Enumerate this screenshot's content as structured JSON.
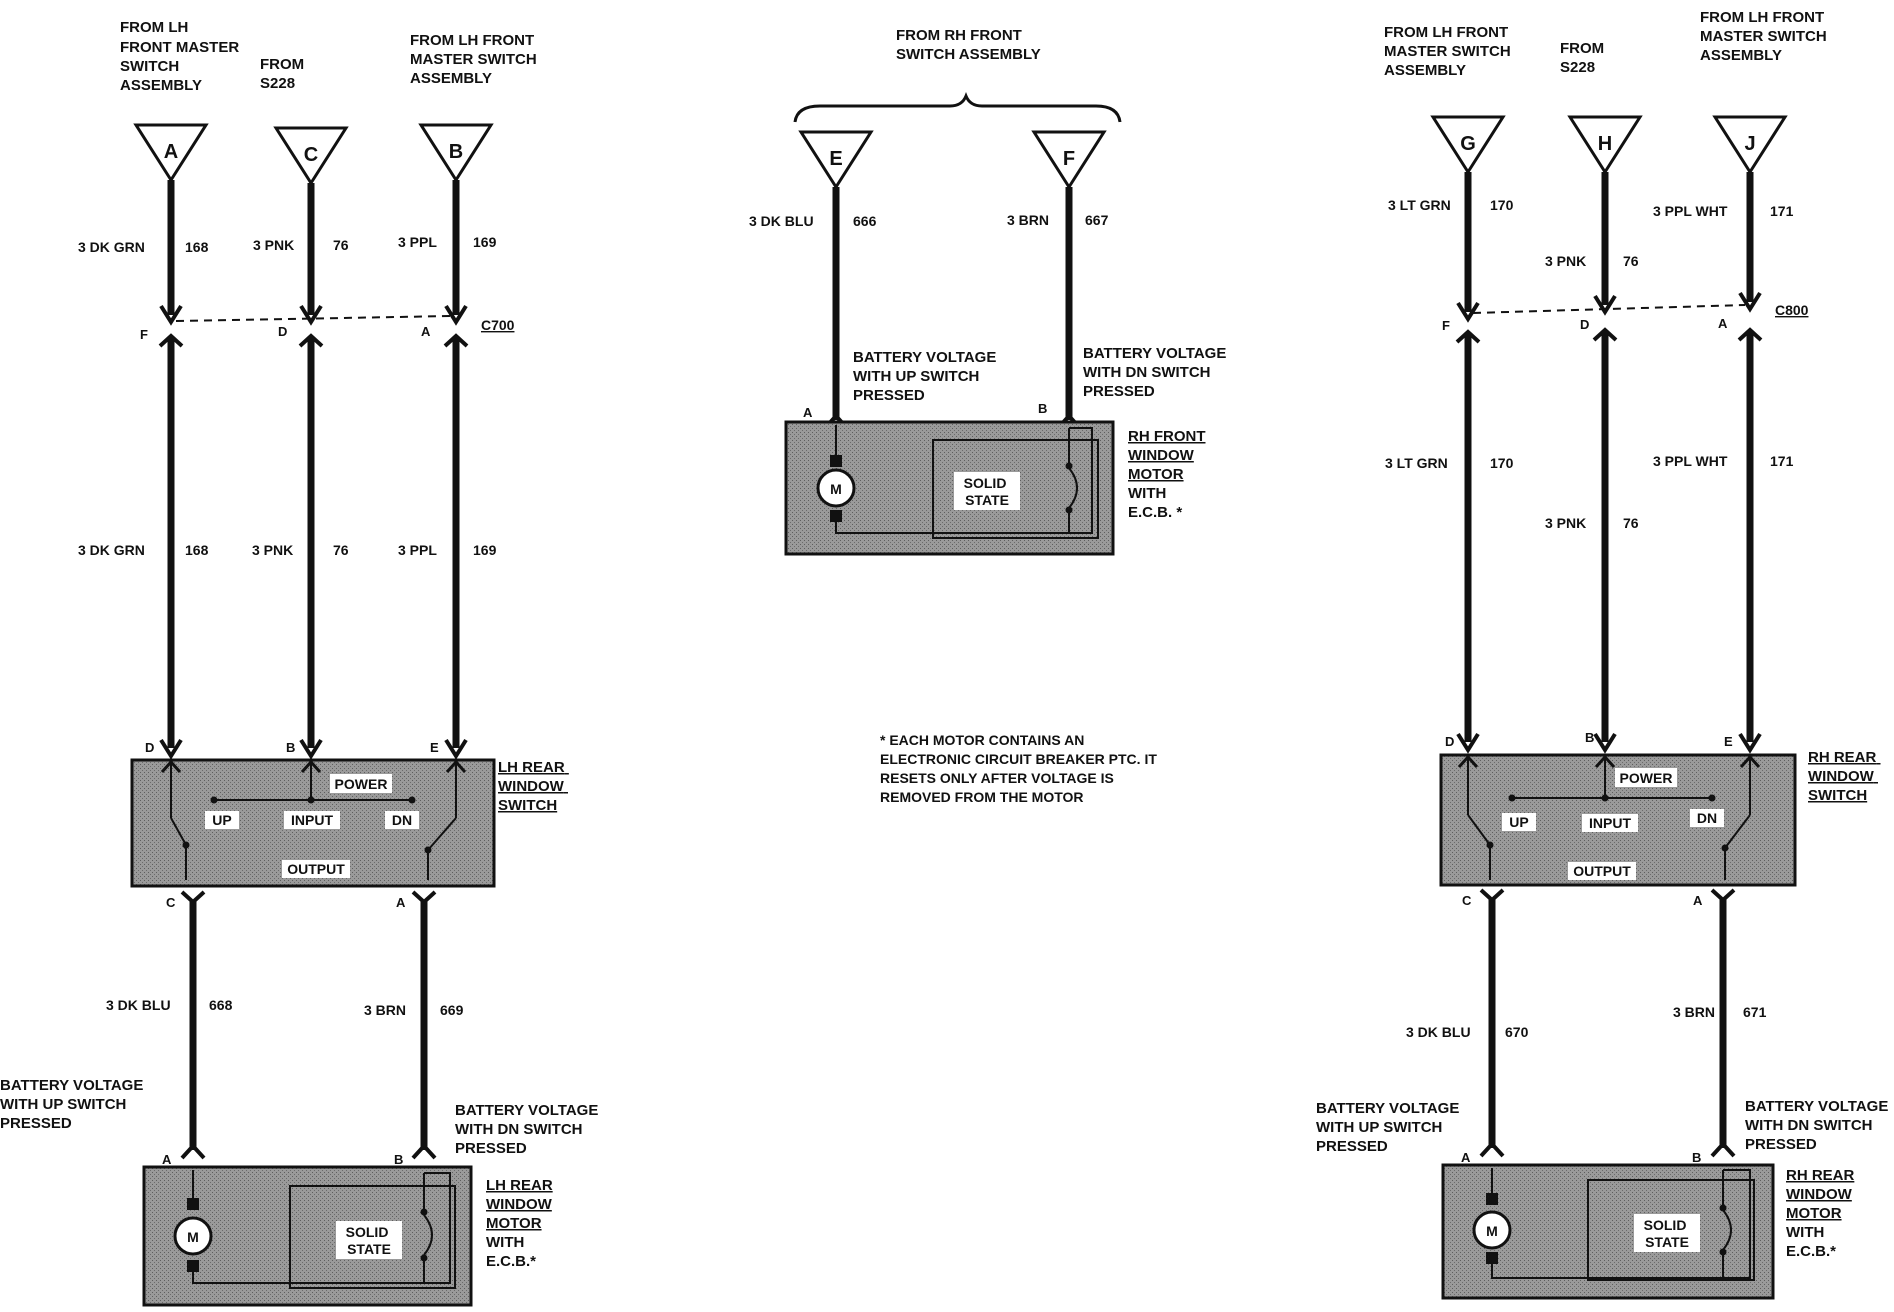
{
  "left": {
    "sources": {
      "a": [
        "FROM LH",
        "FRONT MASTER",
        "SWITCH",
        "ASSEMBLY"
      ],
      "c": [
        "FROM",
        "S228"
      ],
      "b": [
        "FROM LH FRONT",
        "MASTER SWITCH",
        "ASSEMBLY"
      ]
    },
    "connectors": {
      "a": "A",
      "c": "C",
      "b": "B"
    },
    "wires_top": {
      "w1_color": "3 DK GRN",
      "w1_num": "168",
      "w2_color": "3 PNK",
      "w2_num": "76",
      "w3_color": "3 PPL",
      "w3_num": "169"
    },
    "splice": {
      "name": "C700",
      "pin1": "F",
      "pin2": "D",
      "pin3": "A"
    },
    "wires_mid": {
      "w1_color": "3 DK GRN",
      "w1_num": "168",
      "w2_color": "3 PNK",
      "w2_num": "76",
      "w3_color": "3 PPL",
      "w3_num": "169"
    },
    "switch": {
      "pin_d": "D",
      "pin_b": "B",
      "pin_e": "E",
      "pin_c": "C",
      "pin_a": "A",
      "power": "POWER",
      "up": "UP",
      "input": "INPUT",
      "dn": "DN",
      "output": "OUTPUT",
      "label": [
        "LH REAR",
        "WINDOW",
        "SWITCH"
      ]
    },
    "wires_bottom": {
      "w1_color": "3 DK BLU",
      "w1_num": "668",
      "w2_color": "3 BRN",
      "w2_num": "669"
    },
    "up_note": [
      "BATTERY VOLTAGE",
      "WITH UP SWITCH",
      "PRESSED"
    ],
    "dn_note": [
      "BATTERY VOLTAGE",
      "WITH DN SWITCH",
      "PRESSED"
    ],
    "motor": {
      "pin_a": "A",
      "pin_b": "B",
      "m": "M",
      "solid": "SOLID",
      "state": "STATE",
      "label": [
        "LH REAR",
        "WINDOW",
        "MOTOR",
        "WITH",
        "E.C.B.*"
      ]
    }
  },
  "center": {
    "source": [
      "FROM RH FRONT",
      "SWITCH ASSEMBLY"
    ],
    "connectors": {
      "e": "E",
      "f": "F"
    },
    "wires": {
      "w1_color": "3 DK BLU",
      "w1_num": "666",
      "w2_color": "3 BRN",
      "w2_num": "667"
    },
    "up_note": [
      "BATTERY VOLTAGE",
      "WITH UP SWITCH",
      "PRESSED"
    ],
    "dn_note": [
      "BATTERY VOLTAGE",
      "WITH DN SWITCH",
      "PRESSED"
    ],
    "motor": {
      "pin_a": "A",
      "pin_b": "B",
      "m": "M",
      "solid": "SOLID",
      "state": "STATE",
      "label": [
        "RH FRONT",
        "WINDOW",
        "MOTOR",
        "WITH",
        "E.C.B. *"
      ]
    },
    "footnote": [
      "*  EACH MOTOR CONTAINS AN",
      "ELECTRONIC CIRCUIT BREAKER PTC. IT",
      "RESETS ONLY AFTER VOLTAGE IS",
      "REMOVED FROM THE MOTOR"
    ]
  },
  "right": {
    "sources": {
      "g": [
        "FROM LH FRONT",
        "MASTER SWITCH",
        "ASSEMBLY"
      ],
      "h": [
        "FROM",
        "S228"
      ],
      "j": [
        "FROM LH FRONT",
        "MASTER SWITCH",
        "ASSEMBLY"
      ]
    },
    "connectors": {
      "g": "G",
      "h": "H",
      "j": "J"
    },
    "wires_top": {
      "w1_color": "3 LT GRN",
      "w1_num": "170",
      "w2_color": "3 PNK",
      "w2_num": "76",
      "w3_color": "3 PPL WHT",
      "w3_num": "171"
    },
    "splice": {
      "name": "C800",
      "pin1": "F",
      "pin2": "D",
      "pin3": "A"
    },
    "wires_mid": {
      "w1_color": "3 LT GRN",
      "w1_num": "170",
      "w2_color": "3 PNK",
      "w2_num": "76",
      "w3_color": "3 PPL WHT",
      "w3_num": "171"
    },
    "switch": {
      "pin_d": "D",
      "pin_b": "B",
      "pin_e": "E",
      "pin_c": "C",
      "pin_a": "A",
      "power": "POWER",
      "up": "UP",
      "input": "INPUT",
      "dn": "DN",
      "output": "OUTPUT",
      "label": [
        "RH REAR",
        "WINDOW",
        "SWITCH"
      ]
    },
    "wires_bottom": {
      "w1_color": "3 DK BLU",
      "w1_num": "670",
      "w2_color": "3 BRN",
      "w2_num": "671"
    },
    "up_note": [
      "BATTERY VOLTAGE",
      "WITH UP SWITCH",
      "PRESSED"
    ],
    "dn_note": [
      "BATTERY VOLTAGE",
      "WITH DN SWITCH",
      "PRESSED"
    ],
    "motor": {
      "pin_a": "A",
      "pin_b": "B",
      "m": "M",
      "solid": "SOLID",
      "state": "STATE",
      "label": [
        "RH REAR",
        "WINDOW",
        "MOTOR",
        "WITH",
        "E.C.B.*"
      ]
    }
  },
  "colors": {
    "wire": "#111111",
    "box_fill": "#8f8f8f",
    "label_bg": "#ffffff"
  }
}
